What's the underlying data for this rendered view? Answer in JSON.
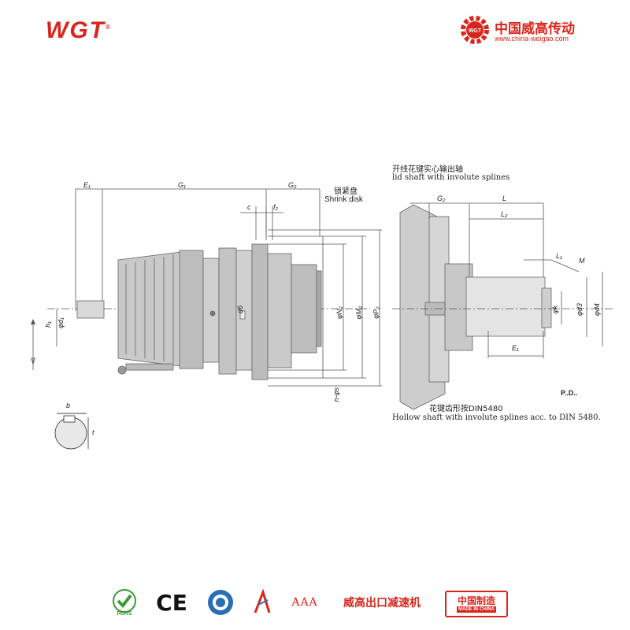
{
  "header": {
    "brand": "WGT",
    "brand_mark": "®",
    "partner_name": "中国威高传动",
    "partner_url": "www.china-weigao.com"
  },
  "drawing": {
    "dims_main": {
      "E1": "E₁",
      "G1": "G₁",
      "G2": "G₂",
      "c": "c",
      "f2": "f₂",
      "d1": "φd₁",
      "h1": "h₁",
      "d6": "d6",
      "N2": "φN₂",
      "M2": "φM₂",
      "P2": "φP₂",
      "ns": "n-φs",
      "b": "b",
      "t": "t"
    },
    "shrink_disk_cn": "锁紧盘",
    "shrink_disk_en": "Shrink disk",
    "solid_shaft_cn": "开线花键实心输出轴",
    "solid_shaft_en": "lid shaft with involute splines",
    "dims_shaft": {
      "G2": "G₂",
      "L": "L",
      "L2": "L₂",
      "L1": "L₁",
      "M": "M",
      "k": "φk",
      "d3": "φd3",
      "d4": "φd4",
      "E1": "E₁"
    },
    "pd_label": "P..D..",
    "hollow_cn": "花键齿形按DIN5480",
    "hollow_en": "Hollow shaft with involute splines acc. to DIN 5480."
  },
  "footer": {
    "ce": "CE",
    "aaa": "AAA",
    "export_text": "威高出口减速机",
    "made_cn": "中国制造",
    "made_en": "MADE IN CHINA",
    "rohs": "RoHS",
    "colors": {
      "brand_red": "#d9261c",
      "rohs_green": "#3a9b35",
      "iso_blue": "#2a6fb5"
    }
  }
}
